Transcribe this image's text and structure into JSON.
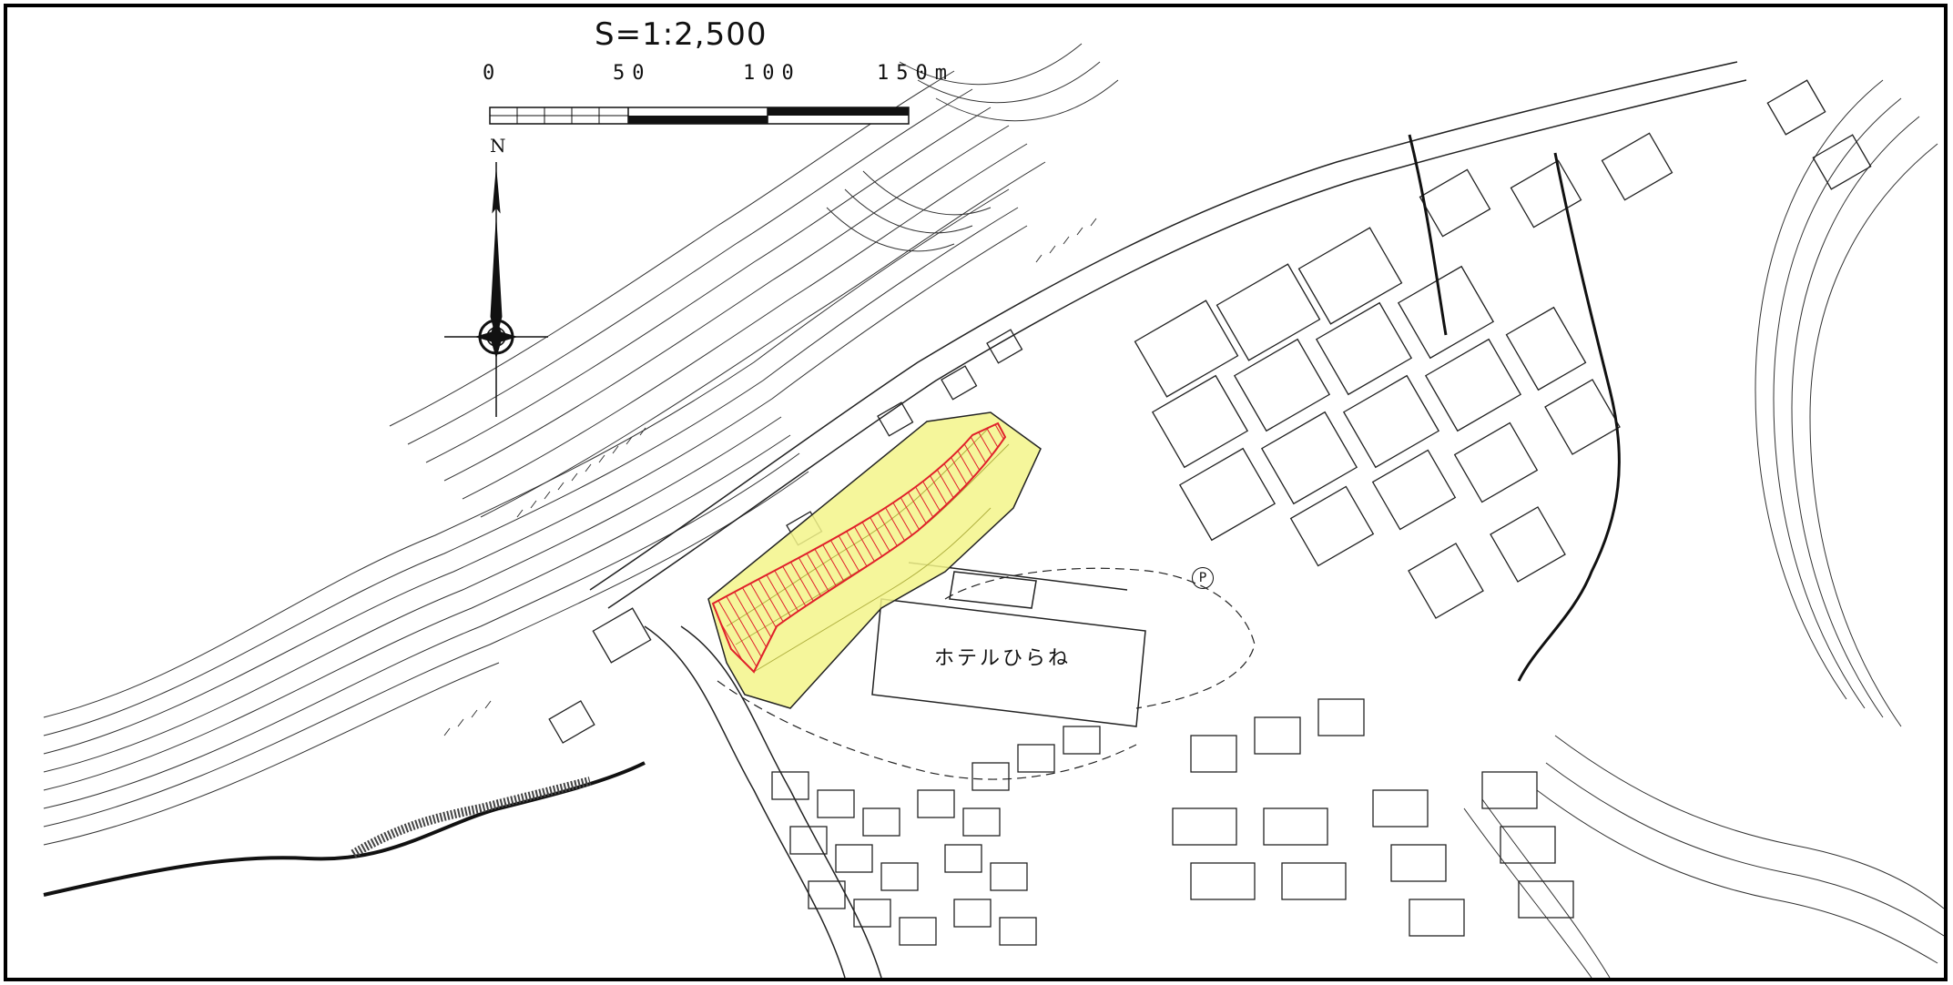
{
  "scale": {
    "title": "S=1:2,500",
    "ticks": [
      "0",
      "50",
      "100",
      "150m"
    ]
  },
  "north_arrow": {
    "label": "N"
  },
  "labels": {
    "hotel": "ホテルひらね",
    "parking": "P"
  },
  "colors": {
    "hazard_zone_fill": "#f3f58a",
    "hazard_core_hatch": "#e0202a",
    "linework": "#222222",
    "background": "#ffffff"
  }
}
